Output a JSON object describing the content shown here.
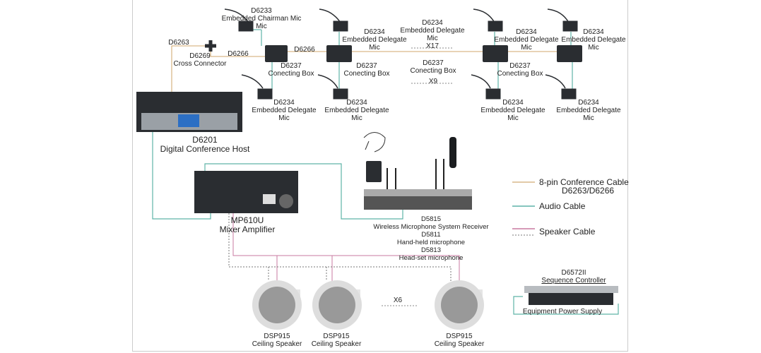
{
  "conference": {
    "chairman_mic": {
      "model": "D6233",
      "name": "Embedded Chairman Mic"
    },
    "delegate_mic": {
      "model": "D6234",
      "name_line1": "Embedded Delegate",
      "name_line2": "Mic"
    },
    "delegate_multiplier": "X17",
    "connecting_box": {
      "model": "D6237",
      "name": "Conecting Box"
    },
    "box_multiplier": "X9",
    "cross_connector": {
      "model": "D6269",
      "name": "Cross Connector"
    },
    "cable_d6263": "D6263",
    "cable_d6266": "D6266",
    "host": {
      "model": "D6201",
      "name": "Digital Conference Host"
    }
  },
  "amplifier": {
    "model": "MP610U",
    "name": "Mixer Amplifier"
  },
  "wireless": {
    "receiver_model": "D5815",
    "receiver_name": "Wireless Microphone System Receiver",
    "handheld_model": "D5811",
    "handheld_name": "Hand-held microphone",
    "headset_model": "D5813",
    "headset_name": "Head-set microphone"
  },
  "speakers": {
    "model": "DSP915",
    "name": "Ceiling Speaker",
    "multiplier": "X6"
  },
  "sequence": {
    "model": "D6572II",
    "name": "Sequence Controller",
    "power": "Equipment Power Supply"
  },
  "legend": {
    "conference_cable": "8-pin Conference Cable",
    "conference_cable_models": "D6263/D6266",
    "audio_cable": "Audio Cable",
    "speaker_cable": "Speaker Cable"
  },
  "colors": {
    "conference_cable": "#d9b98a",
    "audio_cable": "#5fb3a8",
    "speaker_cable": "#c97aa0",
    "device": "#2a2d31"
  }
}
